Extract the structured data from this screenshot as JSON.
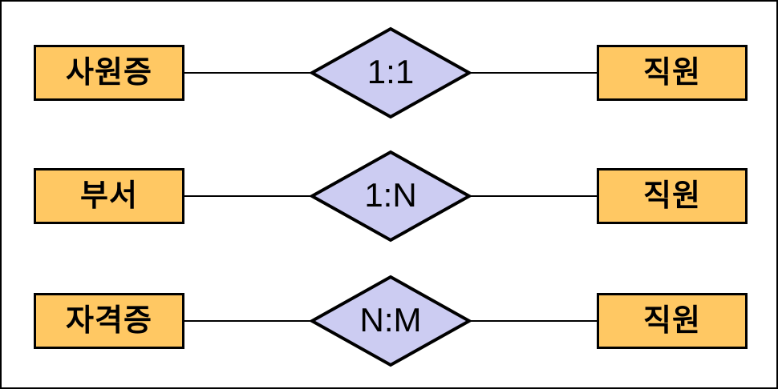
{
  "diagram": {
    "colors": {
      "entity_fill": "#FFC863",
      "relationship_fill": "#CCCCF2",
      "line": "#000000",
      "background": "#FFFFFF"
    },
    "rows": [
      {
        "left_entity": "사원증",
        "relationship": "1:1",
        "right_entity": "직원"
      },
      {
        "left_entity": "부서",
        "relationship": "1:N",
        "right_entity": "직원"
      },
      {
        "left_entity": "자격증",
        "relationship": "N:M",
        "right_entity": "직원"
      }
    ]
  }
}
